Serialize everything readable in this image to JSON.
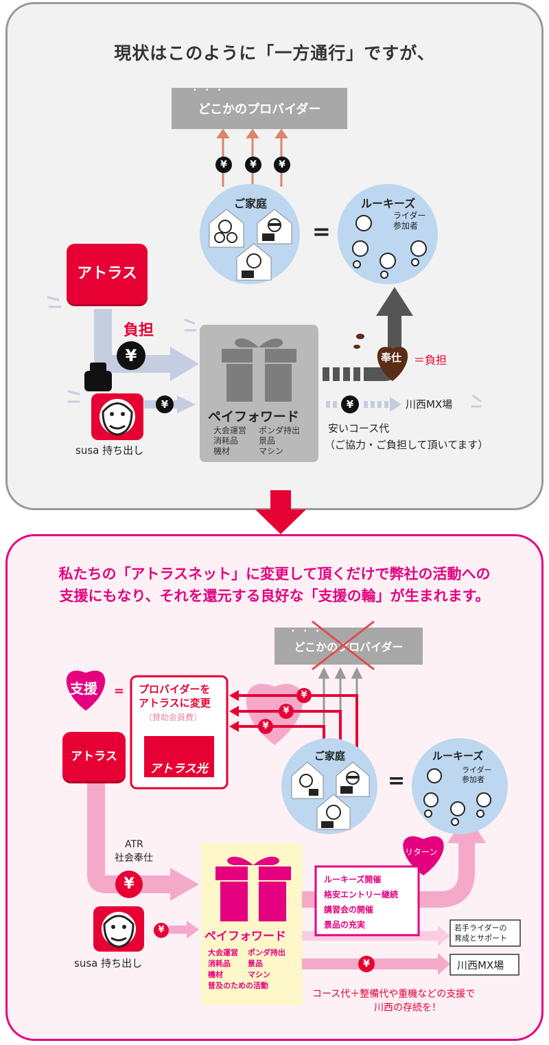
{
  "top": {
    "title": "現状はこのように「一方通行」ですが、",
    "provider": "どこかのプロバイダー",
    "home": "ご家庭",
    "equals": "=",
    "rookies": "ルーキーズ",
    "rider_line1": "ライダー",
    "rider_line2": "参加者",
    "atras": "アトラス",
    "burden": "負担",
    "yen": "¥",
    "susa": "susa 持ち出し",
    "payforward": "ペイフォワード",
    "pf_items": [
      "大会運営",
      "ポンダ持出",
      "消耗品",
      "景品",
      "機材",
      "マシン"
    ],
    "hoshi": "奉仕",
    "hoshi_eq": "＝負担",
    "kawanishi": "川西MX場",
    "cheap_course": "安いコース代",
    "cheap_note": "（ご協力・ご負担して頂いてます）"
  },
  "bottom": {
    "title_line1": "私たちの「アトラスネット」に変更して頂くだけで弊社の活動への",
    "title_line2": "支援にもなり、それを還元する良好な「支援の輪」が生まれます。",
    "provider": "どこかのプロバイダー",
    "support": "支援",
    "support_eq": "=",
    "change_line1": "プロバイダーを",
    "change_line2": "アトラスに変更",
    "change_line3": "（賛助会員費）",
    "atras_hikari": "アトラス光",
    "atras": "アトラス",
    "home": "ご家庭",
    "equals": "=",
    "rookies": "ルーキーズ",
    "rider_line1": "ライダー",
    "rider_line2": "参加者",
    "atr_line1": "ATR",
    "atr_line2": "社会奉仕",
    "yen": "¥",
    "susa": "susa 持ち出し",
    "payforward": "ペイフォワード",
    "pf_items": [
      "大会運営",
      "ポンダ持出",
      "消耗品",
      "景品",
      "機材",
      "マシン"
    ],
    "pf_extra": "普及のための活動",
    "return": "リターン",
    "return_items": [
      "ルーキーズ開催",
      "格安エントリー継続",
      "講習会の開催",
      "景品の充実"
    ],
    "young_line1": "若手ライダーの",
    "young_line2": "育成とサポート",
    "kawanishi": "川西MX場",
    "course_line1": "コース代＋整備代や重機などの支援で",
    "course_line2": "川西の存続を！"
  },
  "colors": {
    "red": "#e60033",
    "magenta": "#e4007f",
    "pink": "#f5a9c9",
    "grey": "#a8a8a8",
    "blue_circle": "#bcd7ef",
    "brown": "#5a2d16"
  }
}
